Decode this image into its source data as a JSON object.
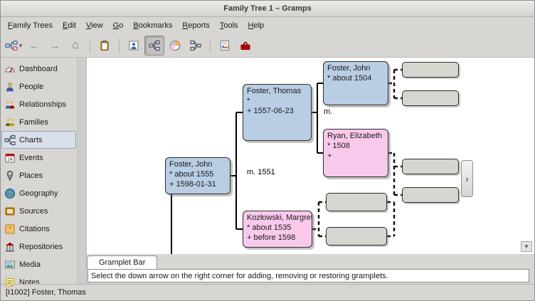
{
  "window": {
    "title": "Family Tree 1 – Gramps"
  },
  "menubar": {
    "items": [
      "Family Trees",
      "Edit",
      "View",
      "Go",
      "Bookmarks",
      "Reports",
      "Tools",
      "Help"
    ]
  },
  "toolbar": {
    "dropdown_glyph": "▾",
    "back_glyph": "←",
    "forward_glyph": "→",
    "home_glyph": "⌂"
  },
  "sidebar": {
    "items": [
      "Dashboard",
      "People",
      "Relationships",
      "Families",
      "Charts",
      "Events",
      "Places",
      "Geography",
      "Sources",
      "Citations",
      "Repositories",
      "Media",
      "Notes"
    ],
    "selected_item": "Charts"
  },
  "chart": {
    "persons": [
      {
        "name": "Foster, John",
        "birth": "* about 1555",
        "death": "+ 1598-01-31",
        "gender_color": "#b9cde4"
      },
      {
        "name": "Foster, Thomas",
        "birth": "*",
        "death": "+ 1557-06-23",
        "gender_color": "#b9cde4"
      },
      {
        "name": "Foster, John",
        "birth": "* about 1504",
        "death": "",
        "gender_color": "#b9cde4"
      },
      {
        "name": "Ryan, Elizabeth",
        "birth": "* 1508",
        "death": "+",
        "gender_color": "#f9c9ec"
      },
      {
        "name": "Kozłowski, Margret",
        "birth": "* about 1535",
        "death": "+ before 1598",
        "gender_color": "#f9c9ec"
      }
    ],
    "marriage_labels": {
      "thomas_margret": "m. 1551",
      "john_elizabeth": "m."
    },
    "colors": {
      "male_fill": "#b9cde4",
      "female_fill": "#f9c9ec",
      "unknown_fill": "#d3d7cf"
    },
    "next_page_glyph": "›",
    "scroll_down_glyph": "▼"
  },
  "gramplet": {
    "tab_label": "Gramplet Bar",
    "message": "Select the down arrow on the right corner for adding, removing or restoring gramplets."
  },
  "statusbar": {
    "text": "[I1002] Foster, Thomas"
  }
}
